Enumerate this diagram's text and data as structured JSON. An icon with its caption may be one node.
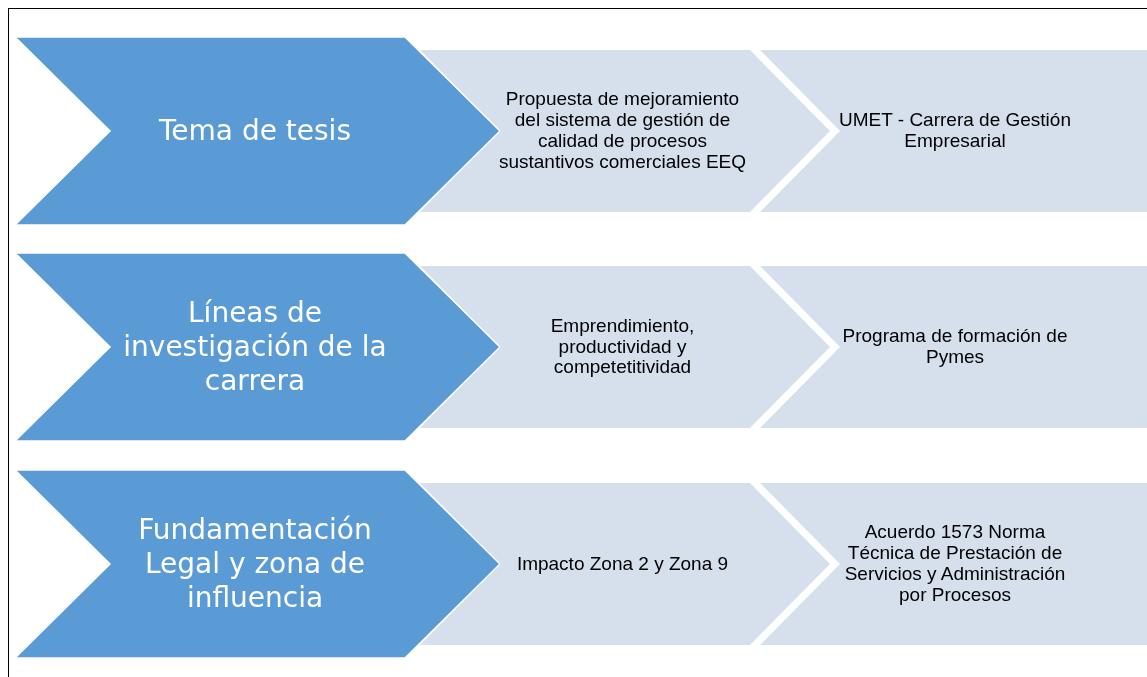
{
  "diagram": {
    "nodes": [
      {
        "text": [
          "Tema de tesis"
        ]
      },
      {
        "text": [
          "Propuesta de mejoramiento del sistema de gestión de calidad de procesos sustantivos comerciales EEQ"
        ]
      },
      {
        "text": [
          "UMET - Carrera de Gestión Empresarial"
        ]
      },
      {
        "text": [
          "Líneas de investigación de la carrera"
        ]
      },
      {
        "text": [
          "Emprendimiento, productividad y competetitividad"
        ]
      },
      {
        "text": [
          "Programa de formación de Pymes"
        ]
      },
      {
        "text": [
          "Fundamentación Legal y zona de influencia"
        ]
      },
      {
        "text": [
          "Impacto Zona 2 y Zona 9"
        ]
      },
      {
        "text": [
          "Acuerdo 1573 Norma Técnica de Prestación de Servicios y Administración por Procesos"
        ]
      }
    ]
  }
}
